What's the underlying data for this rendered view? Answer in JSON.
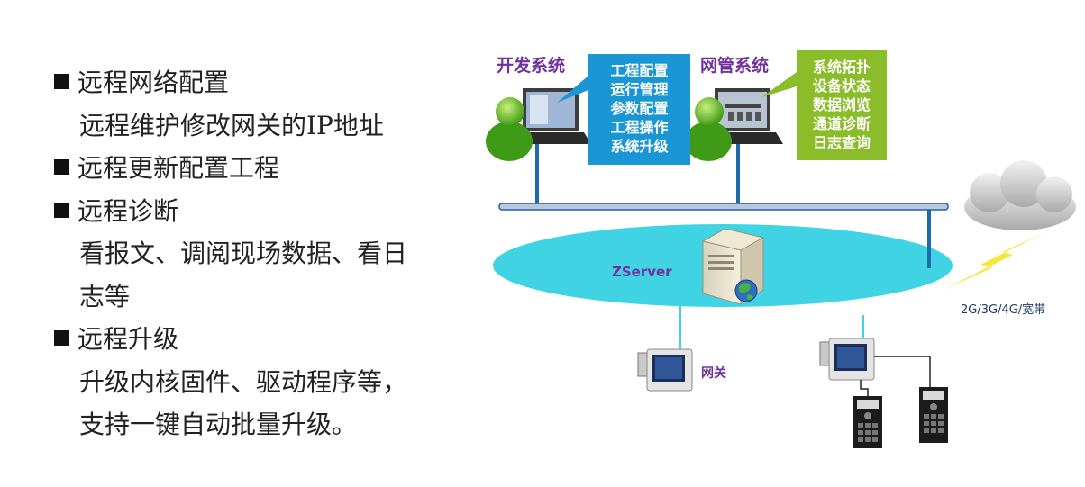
{
  "left_list": [
    {
      "text": "远程网络配置",
      "bullet": true
    },
    {
      "text": "远程维护修改网关的IP地址",
      "bullet": false
    },
    {
      "text": "远程更新配置工程",
      "bullet": true
    },
    {
      "text": "远程诊断",
      "bullet": true
    },
    {
      "text": "看报文、调阅现场数据、看日",
      "bullet": false
    },
    {
      "text": "志等",
      "bullet": false
    },
    {
      "text": "远程升级",
      "bullet": true
    },
    {
      "text": "升级内核固件、驱动程序等，",
      "bullet": false
    },
    {
      "text": "支持一键自动批量升级。",
      "bullet": false
    }
  ],
  "diagram": {
    "dev_system": {
      "title": "开发系统",
      "functions": [
        "工程配置",
        "运行管理",
        "参数配置",
        "工程操作",
        "系统升级"
      ],
      "callout_color": "#1a96d4"
    },
    "nms_system": {
      "title": "网管系统",
      "functions": [
        "系统拓扑",
        "设备状态",
        "数据浏览",
        "通道诊断",
        "日志查询"
      ],
      "callout_color": "#8bbd2b"
    },
    "server_label": "ZServer",
    "gateway_label": "网关",
    "wireless_label": "2G/3G/4G/宽带",
    "title_color": "#7030a0",
    "ellipse_color": "#3fd3e3",
    "bus_color": "#1f6aa8"
  }
}
